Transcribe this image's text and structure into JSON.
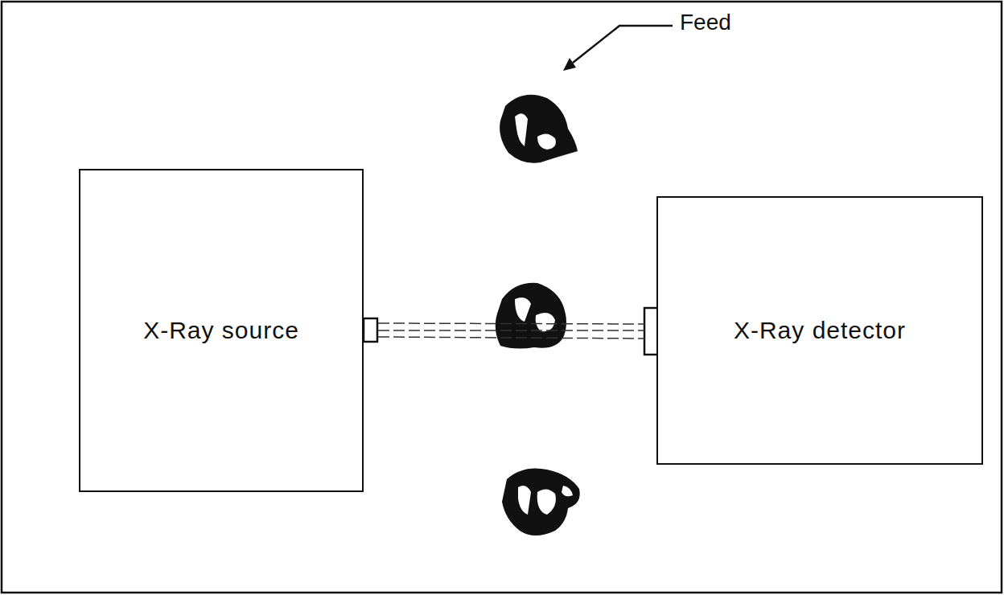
{
  "diagram": {
    "nodes": [
      {
        "text": [
          "X-Ray source"
        ]
      },
      {
        "text": [
          "X-Ray detector"
        ]
      }
    ],
    "edges": [
      {
        "from": 0,
        "to": 1,
        "arrow": "none"
      }
    ],
    "labels": [
      "Feed"
    ]
  }
}
